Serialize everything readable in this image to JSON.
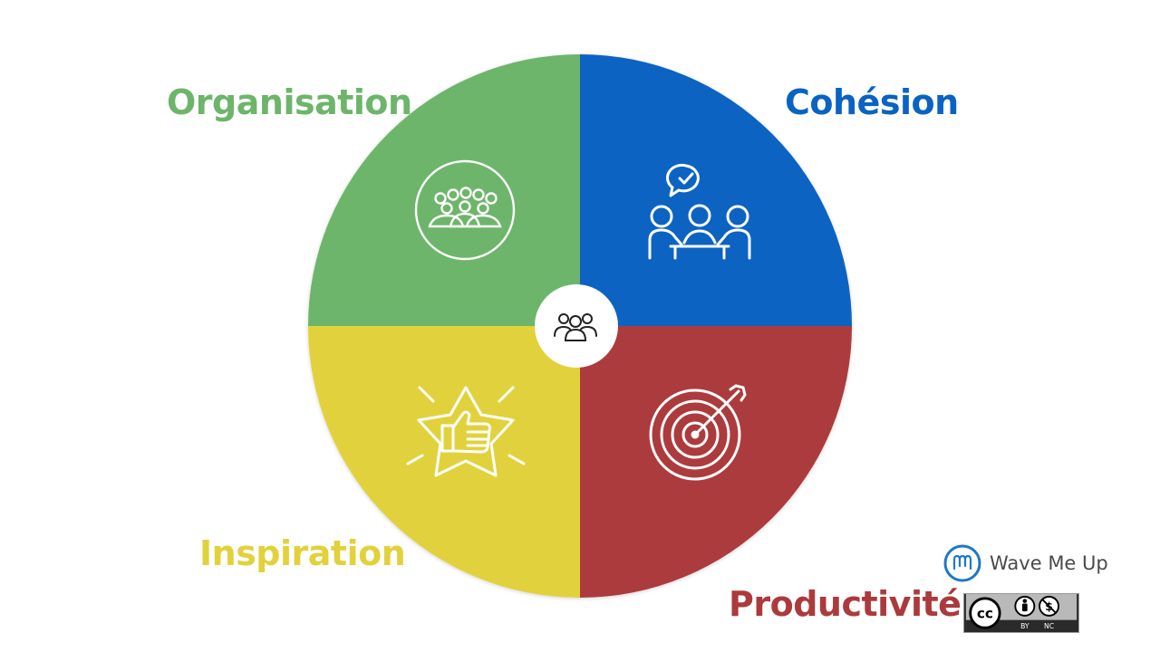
{
  "quadrants": [
    {
      "id": "organisation",
      "label": "Organisation",
      "color": "#6db56a",
      "icon": "group-icon"
    },
    {
      "id": "cohesion",
      "label": "Cohésion",
      "color": "#0a63c2",
      "icon": "team-meeting-icon"
    },
    {
      "id": "inspiration",
      "label": "Inspiration",
      "color": "#e1d23c",
      "icon": "star-thumbs-up-icon"
    },
    {
      "id": "productivite",
      "label": "Productivité",
      "color": "#ac3a3c",
      "icon": "target-icon"
    }
  ],
  "label_colors": {
    "organisation": "#6db56a",
    "cohesion": "#0a63c2",
    "inspiration": "#e1d23c",
    "productivite": "#ac3a3c"
  },
  "center": {
    "icon": "people-icon"
  },
  "brand": {
    "name": "Wave Me Up",
    "icon": "wave-logo-icon"
  },
  "license": {
    "badge": "CC BY NC",
    "icon": "creative-commons-icon"
  }
}
